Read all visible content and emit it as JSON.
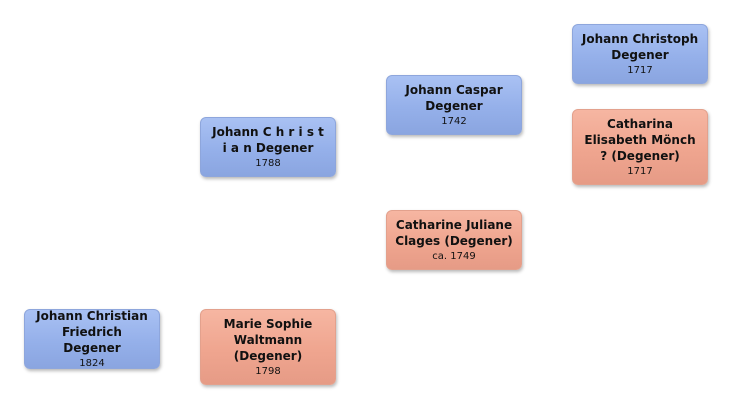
{
  "colors": {
    "male_box": "#9db6ee",
    "female_box": "#f0a892",
    "background": "#ffffff"
  },
  "persons": {
    "johann_christian_friedrich": {
      "name": "Johann Christian Friedrich Degener",
      "year": "1824",
      "sex": "male"
    },
    "johann_christian": {
      "name": "Johann C h r i s t i a n Degener",
      "year": "1788",
      "sex": "male"
    },
    "marie_sophie": {
      "name": "Marie Sophie Waltmann (Degener)",
      "year": "1798",
      "sex": "female"
    },
    "johann_caspar": {
      "name": "Johann Caspar Degener",
      "year": "1742",
      "sex": "male"
    },
    "catharine_juliane": {
      "name": "Catharine Juliane Clages (Degener)",
      "year": "ca. 1749",
      "sex": "female"
    },
    "johann_christoph": {
      "name": "Johann Christoph Degener",
      "year": "1717",
      "sex": "male"
    },
    "catharina_elisabeth": {
      "name": "Catharina Elisabeth Mönch ? (Degener)",
      "year": "1717",
      "sex": "female"
    }
  }
}
